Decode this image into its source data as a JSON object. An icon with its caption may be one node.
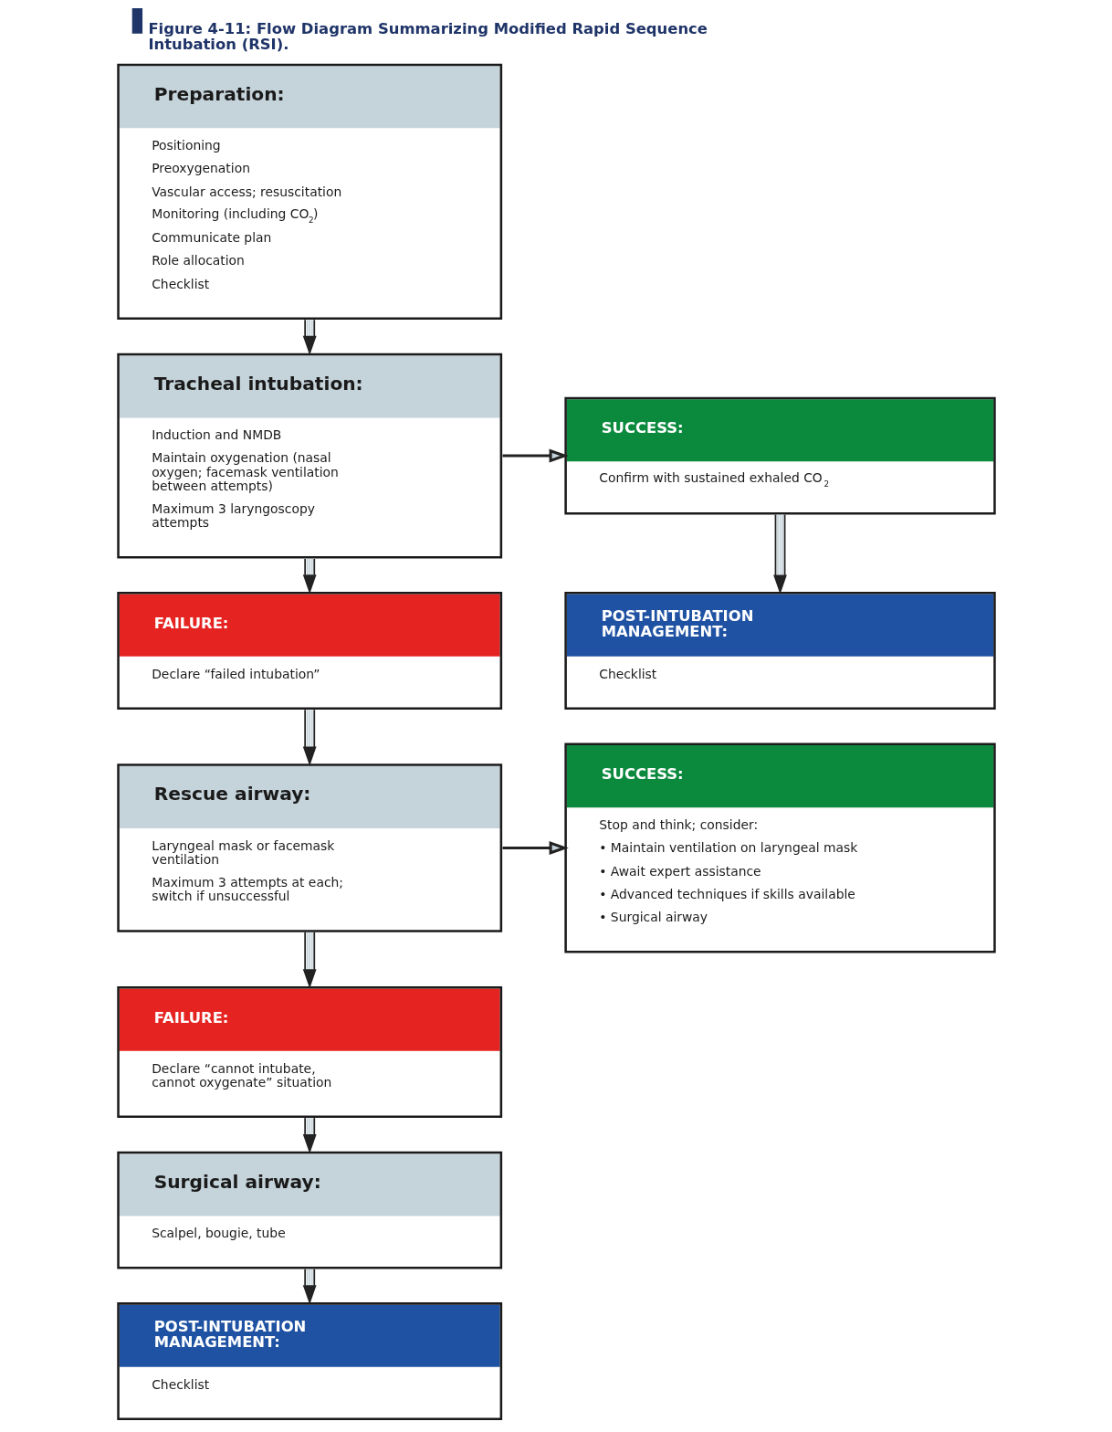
{
  "diagram": {
    "title": "Figure 4-11: Flow Diagram Summarizing Modified Rapid Sequence Intubation (RSI).",
    "nodes": [
      {
        "text": [
          "Preparation:",
          "Positioning",
          "Preoxygenation",
          "Vascular access; resuscitation",
          "Monitoring (including CO$_{2}$)",
          "Communicate plan",
          "Role allocation",
          "Checklist"
        ]
      },
      {
        "text": [
          "Tracheal intubation:",
          "Induction and NMDB",
          "Maintain oxygenation (nasal oxygen; facemask ventilation between attempts)",
          "Maximum 3 laryngoscopy attempts"
        ]
      },
      {
        "text": [
          "SUCCESS:",
          "Confirm with sustained exhaled CO$_{2}$"
        ]
      },
      {
        "text": [
          "POST-INTUBATION MANAGEMENT:",
          "Checklist"
        ]
      },
      {
        "text": [
          "FAILURE:",
          "Declare “failed intubation”"
        ]
      },
      {
        "text": [
          "Rescue airway:",
          "Laryngeal mask or facemask ventilation",
          "Maximum 3 attempts at each; switch if unsuccessful"
        ]
      },
      {
        "text": [
          "SUCCESS:",
          "Stop and think; consider:",
          "• Maintain ventilation on laryngeal mask",
          "• Await expert assistance",
          "• Advanced techniques if skills available",
          "• Surgical airway"
        ]
      },
      {
        "text": [
          "FAILURE:",
          "Declare “cannot intubate, cannot oxygenate” situation"
        ]
      },
      {
        "text": [
          "Surgical airway:",
          "Scalpel, bougie, tube"
        ]
      },
      {
        "text": [
          "POST-INTUBATION MANAGEMENT:",
          "Checklist"
        ]
      }
    ],
    "edges": [
      {
        "from": 0,
        "to": 1,
        "arrow": "to"
      },
      {
        "from": 1,
        "to": 2,
        "arrow": "to"
      },
      {
        "from": 2,
        "to": 3,
        "arrow": "to"
      },
      {
        "from": 1,
        "to": 4,
        "arrow": "to"
      },
      {
        "from": 4,
        "to": 5,
        "arrow": "to"
      },
      {
        "from": 5,
        "to": 6,
        "arrow": "to"
      },
      {
        "from": 5,
        "to": 7,
        "arrow": "to"
      },
      {
        "from": 7,
        "to": 8,
        "arrow": "to"
      },
      {
        "from": 8,
        "to": 9,
        "arrow": "to"
      }
    ]
  }
}
